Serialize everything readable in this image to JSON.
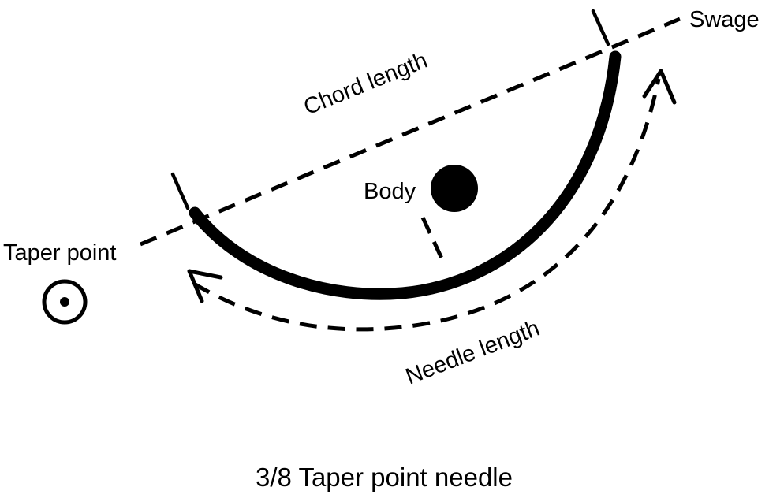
{
  "labels": {
    "swage": "Swage",
    "chord_length": "Chord length",
    "body": "Body",
    "taper_point": "Taper point",
    "needle_length": "Needle length",
    "caption": "3/8 Taper point needle"
  },
  "colors": {
    "ink": "#000000",
    "background": "#ffffff"
  },
  "icons": {
    "taper_point_symbol": "circle-with-center-dot-icon",
    "body_symbol": "filled-circle-icon"
  }
}
